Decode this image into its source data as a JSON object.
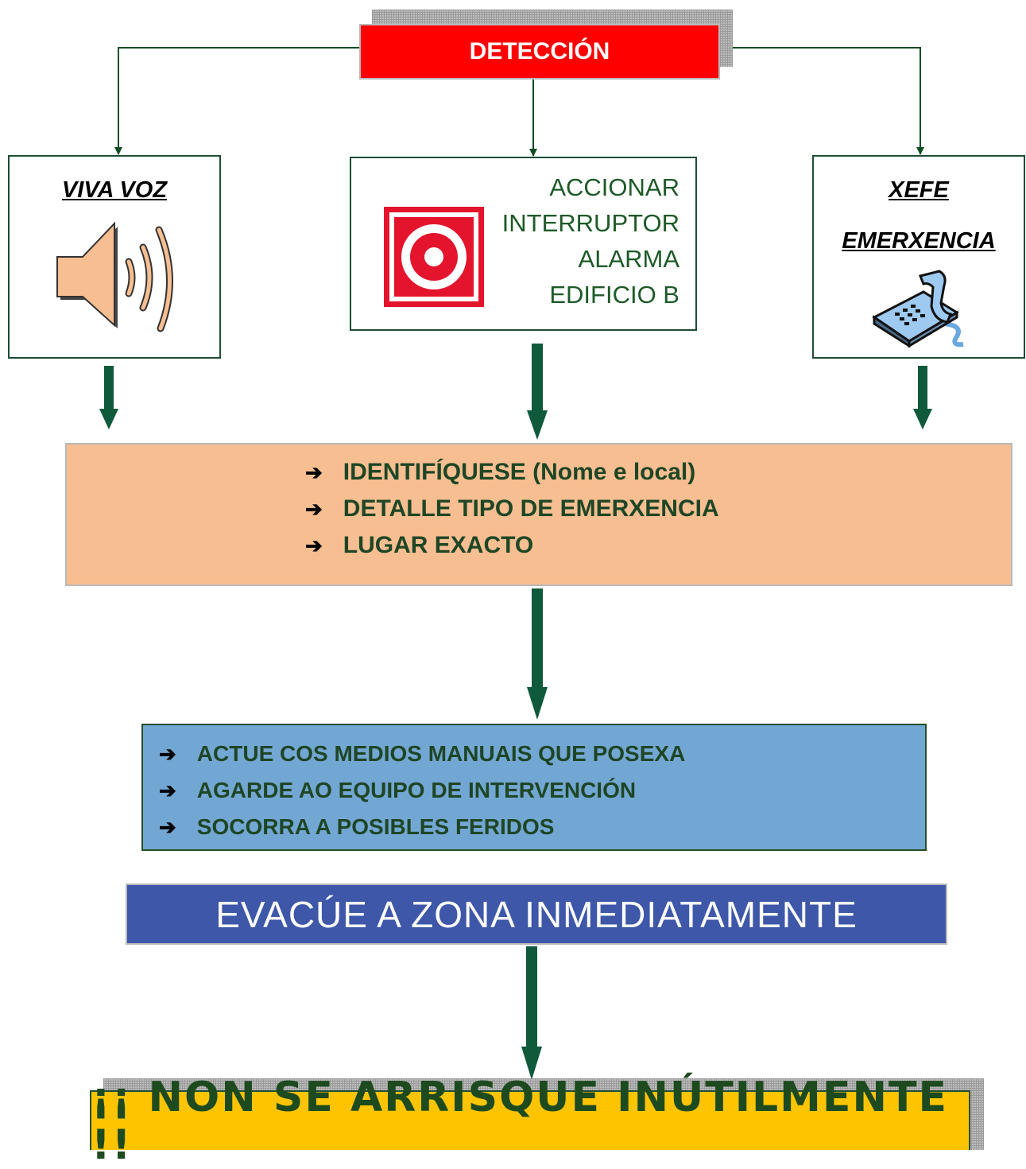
{
  "detection": {
    "label": "DETECCIÓN"
  },
  "viva_voz": {
    "title": "VIVA VOZ",
    "icon": "speaker-icon"
  },
  "accionar": {
    "lines": [
      "ACCIONAR",
      "INTERRUPTOR",
      "ALARMA",
      "EDIFICIO B"
    ],
    "icon": "alarm-button-icon"
  },
  "xefe": {
    "title_line1": "XEFE",
    "title_line2": "EMERXENCIA",
    "icon": "telephone-icon"
  },
  "identify": {
    "items": [
      "IDENTIFÍQUESE (Nome e local)",
      "DETALLE TIPO DE EMERXENCIA",
      "LUGAR EXACTO"
    ],
    "bullet": "➔"
  },
  "actions": {
    "items": [
      "ACTUE COS MEDIOS MANUAIS QUE POSEXA",
      "AGARDE AO EQUIPO DE INTERVENCIÓN",
      "SOCORRA A POSIBLES FERIDOS"
    ],
    "bullet": "➔"
  },
  "evacuate": {
    "label": "EVACÚE A ZONA INMEDIATAMENTE"
  },
  "warning": {
    "label": "¡¡ NON SE ARRISQUE INÚTILMENTE !!"
  },
  "colors": {
    "detection_red": "#ff0000",
    "arrow_green": "#0e5a3a",
    "orange_box": "#f7be91",
    "blue_box": "#73a7d3",
    "evacuate_blue": "#3e57a8",
    "warning_yellow": "#ffc400",
    "text_green": "#1e4625"
  }
}
